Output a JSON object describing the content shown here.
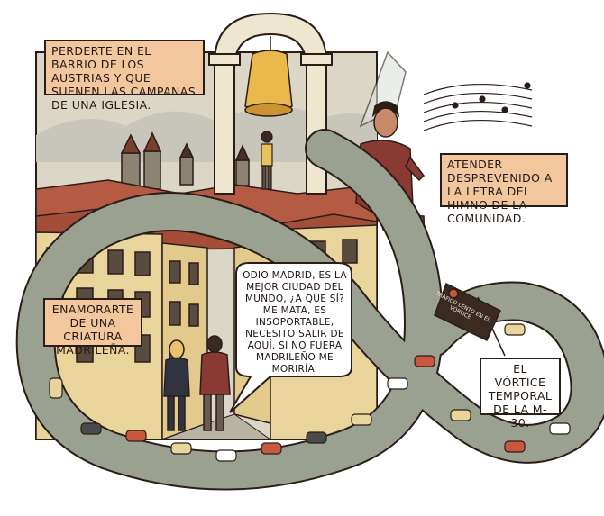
{
  "captions": {
    "austrias": "PERDERTE EN EL BARRIO DE LOS AUSTRIAS Y QUE SUENEN LAS CAMPANAS DE UNA IGLESIA.",
    "himno": "ATENDER DESPREVENIDO A LA LETRA DEL HIMNO DE LA COMUNIDAD.",
    "enamorarte": "ENAMORARTE DE UNA CRIATURA MADRILEÑA.",
    "vortice": "EL VÓRTICE TEMPORAL DE LA M-30."
  },
  "speech_bubble": "ODIO MADRID, ES LA MEJOR CIUDAD DEL MUNDO, ¿A QUE SÍ? ME MATA, ES INSOPORTABLE, NECESITO SALIR DE AQUÍ. SI NO FUERA MADRILEÑO ME MORIRÍA.",
  "road_sign": "TRÁFICO LENTO EN EL VÓRTICE",
  "colors": {
    "caption_bg": "#f2c79e",
    "road": "#9aa191",
    "sky": "#d9d3c4",
    "roof": "#b55b44",
    "facade": "#e9d49c",
    "sweater": "#8a3a33"
  }
}
